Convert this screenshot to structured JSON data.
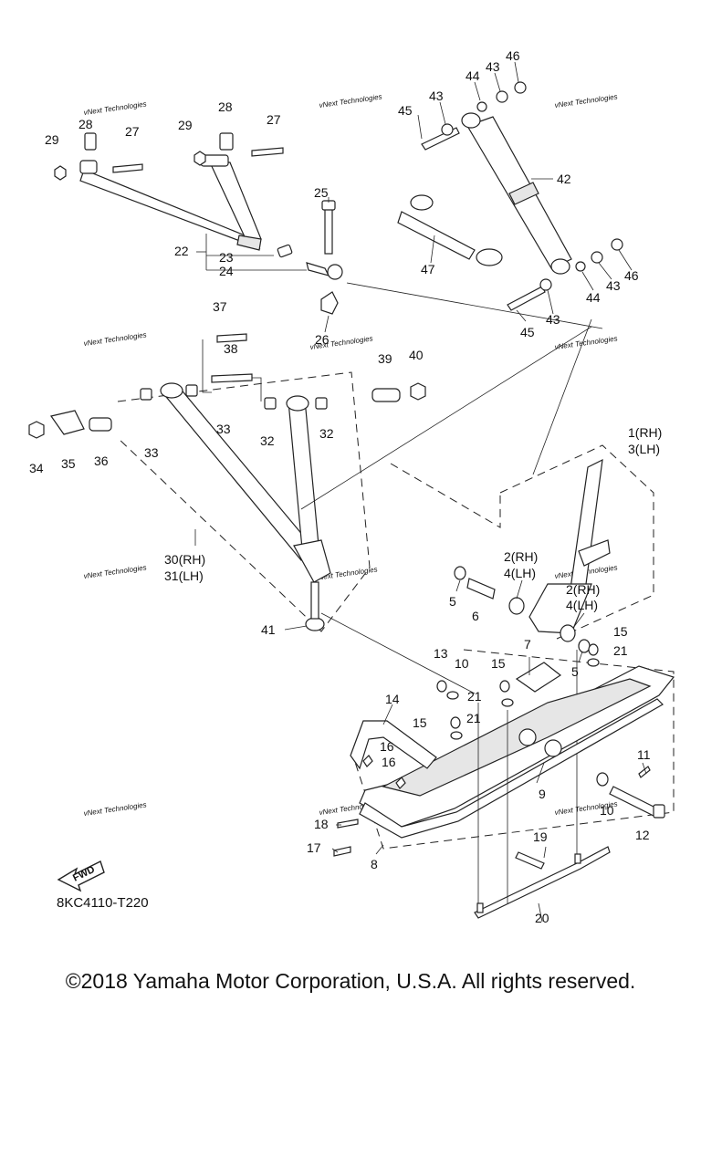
{
  "callouts": {
    "c1": "1(RH)",
    "c3": "3(LH)",
    "c2a": "2(RH)",
    "c4a": "4(LH)",
    "c2b": "2(RH)",
    "c4b": "4(LH)",
    "c5a": "5",
    "c5b": "5",
    "c6": "6",
    "c7": "7",
    "c8": "8",
    "c9": "9",
    "c10a": "10",
    "c10b": "10",
    "c11": "11",
    "c12": "12",
    "c13": "13",
    "c14": "14",
    "c15a": "15",
    "c15b": "15",
    "c15c": "15",
    "c16a": "16",
    "c16b": "16",
    "c17": "17",
    "c18": "18",
    "c19": "19",
    "c20": "20",
    "c21a": "21",
    "c21b": "21",
    "c21c": "21",
    "c22": "22",
    "c23": "23",
    "c24": "24",
    "c25": "25",
    "c26": "26",
    "c27a": "27",
    "c27b": "27",
    "c28a": "28",
    "c28b": "28",
    "c29a": "29",
    "c29b": "29",
    "c30": "30(RH)",
    "c31": "31(LH)",
    "c32a": "32",
    "c32b": "32",
    "c33a": "33",
    "c33b": "33",
    "c34": "34",
    "c35": "35",
    "c36": "36",
    "c37": "37",
    "c38": "38",
    "c39": "39",
    "c40": "40",
    "c41": "41",
    "c42": "42",
    "c43a": "43",
    "c43b": "43",
    "c43c": "43",
    "c43d": "43",
    "c44a": "44",
    "c44b": "44",
    "c45a": "45",
    "c45b": "45",
    "c46a": "46",
    "c46b": "46",
    "c47": "47"
  },
  "watermark": "vNext Technologies",
  "fwd_arrow_label": "FWD",
  "figure_code": "8KC4110-T220",
  "copyright": "©2018 Yamaha Motor Corporation, U.S.A. All rights reserved."
}
